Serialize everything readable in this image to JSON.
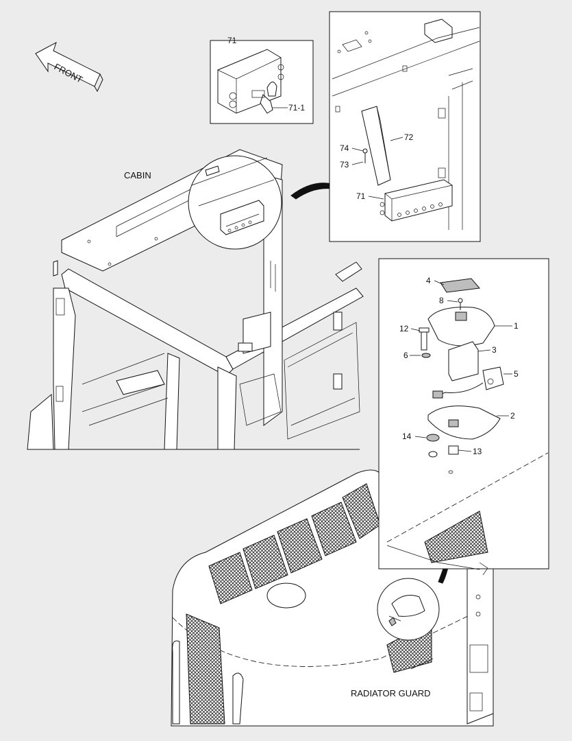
{
  "labels": {
    "front": "FRONT",
    "cabin": "CABIN",
    "radiator_guard": "RADIATOR GUARD"
  },
  "callouts": {
    "p71_top": "71",
    "p71_1": "71-1",
    "p72": "72",
    "p73": "73",
    "p74": "74",
    "p71_detail": "71",
    "p1": "1",
    "p2": "2",
    "p3": "3",
    "p4": "4",
    "p5": "5",
    "p6": "6",
    "p8": "8",
    "p12": "12",
    "p13": "13",
    "p14": "14"
  }
}
